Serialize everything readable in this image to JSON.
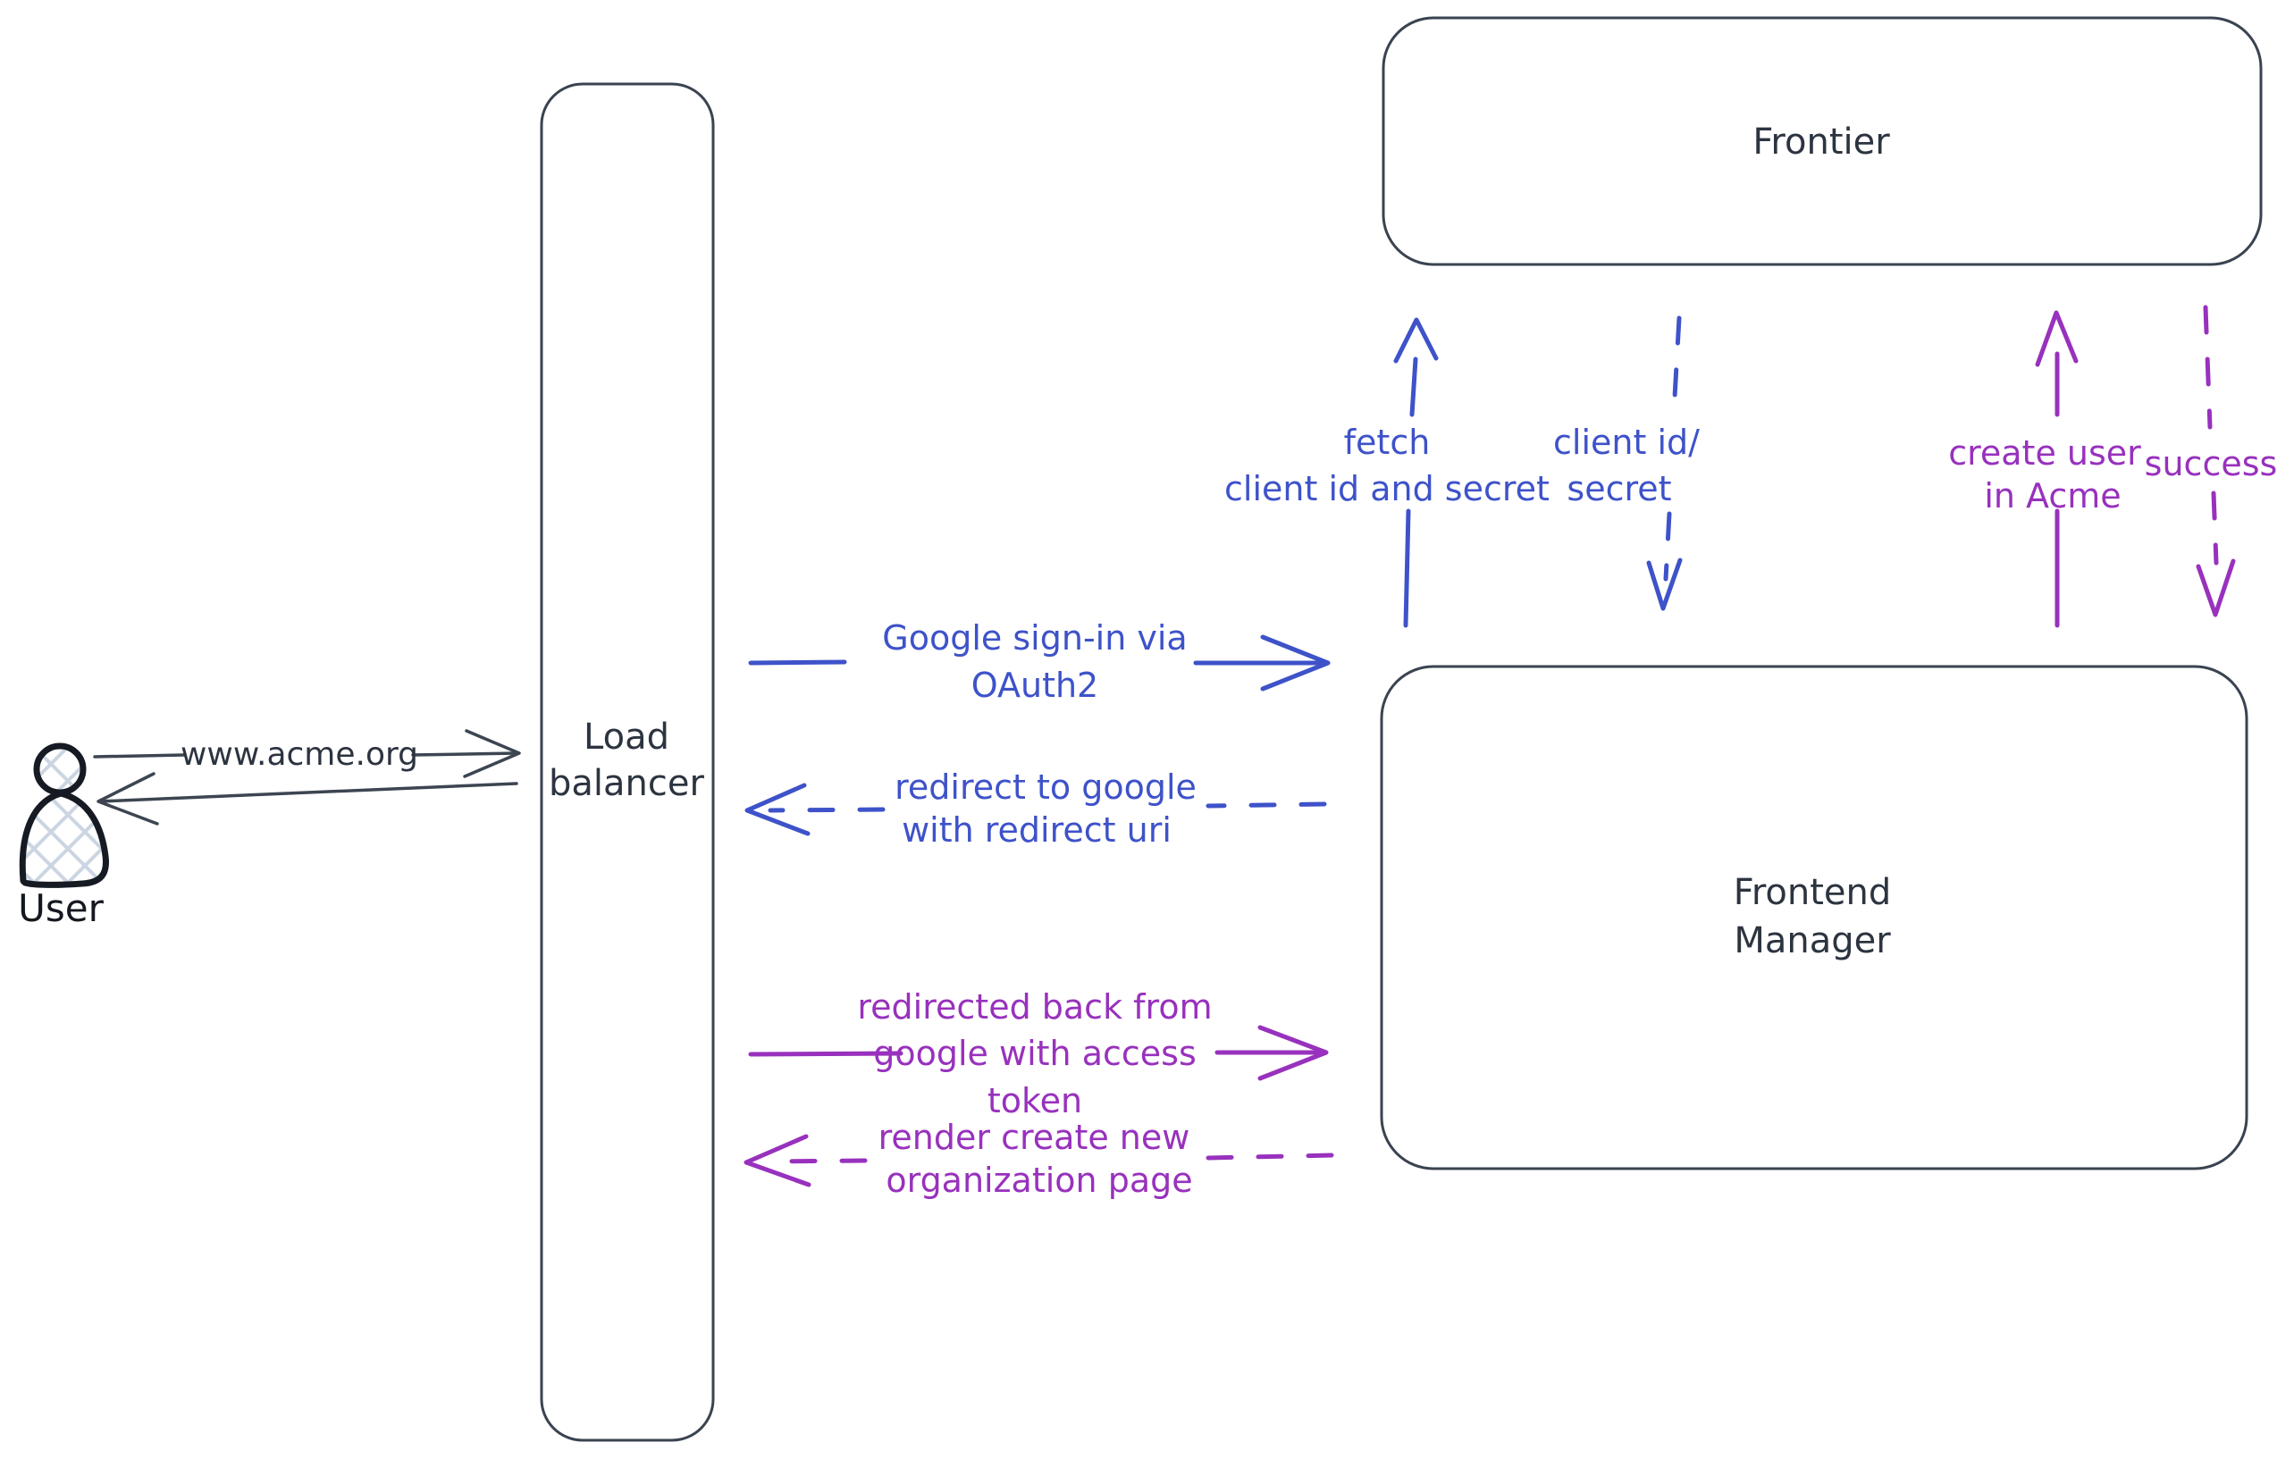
{
  "colors": {
    "background": "#ffffff",
    "dark_stroke": "#3a4350",
    "dark_text": "#2c3440",
    "blue": "#3e52c9",
    "purple": "#9831bd",
    "hatch_fill": "#ccd6e2"
  },
  "nodes": {
    "user": {
      "label": "User",
      "icon": "user-icon"
    },
    "load_balancer": {
      "lines": [
        "Load",
        "balancer"
      ]
    },
    "frontier": {
      "label": "Frontier"
    },
    "frontend_manager": {
      "lines": [
        "Frontend",
        "Manager"
      ]
    }
  },
  "arrows": {
    "www_request": {
      "label": "www.acme.org",
      "from": "user",
      "to": "load_balancer",
      "style": "solid",
      "color": "dark"
    },
    "www_response": {
      "from": "load_balancer",
      "to": "user",
      "style": "solid",
      "color": "dark"
    },
    "google_signin": {
      "lines": [
        "Google sign-in via",
        "OAuth2"
      ],
      "from": "load_balancer",
      "to": "frontend_manager",
      "style": "solid",
      "color": "blue"
    },
    "redirect_google": {
      "lines": [
        "redirect to google",
        "with redirect uri"
      ],
      "from": "frontend_manager",
      "to": "load_balancer",
      "style": "dashed",
      "color": "blue"
    },
    "redirected_back": {
      "lines": [
        "redirected back from",
        "google with access",
        "token"
      ],
      "from": "load_balancer",
      "to": "frontend_manager",
      "style": "solid",
      "color": "purple"
    },
    "render_org_page": {
      "lines": [
        "render create new",
        "organization page"
      ],
      "from": "frontend_manager",
      "to": "load_balancer",
      "style": "dashed",
      "color": "purple"
    },
    "fetch_client": {
      "lines": [
        "fetch",
        "client id and secret"
      ],
      "from": "frontend_manager",
      "to": "frontier",
      "style": "solid",
      "color": "blue"
    },
    "client_id_secret": {
      "lines": [
        "client id/",
        "secret"
      ],
      "from": "frontier",
      "to": "frontend_manager",
      "style": "dashed",
      "color": "blue"
    },
    "create_user": {
      "lines": [
        "create user",
        "in Acme"
      ],
      "from": "frontend_manager",
      "to": "frontier",
      "style": "solid",
      "color": "purple"
    },
    "success": {
      "label": "success",
      "from": "frontier",
      "to": "frontend_manager",
      "style": "dashed",
      "color": "purple"
    }
  }
}
